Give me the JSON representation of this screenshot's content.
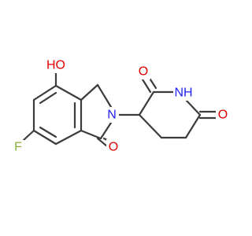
{
  "molecule": {
    "atoms": {
      "hydroxyl_oxygen": {
        "label": "HO",
        "color": "#e00000"
      },
      "fluorine": {
        "label": "F",
        "color": "#8ab53a"
      },
      "ring_nitrogen": {
        "label": "N",
        "color": "#2222ee"
      },
      "imide_nitrogen": {
        "label": "NH",
        "color": "#2222ee"
      },
      "lactam_oxygen": {
        "label": "O",
        "color": "#e00000"
      },
      "imide_oxygen_top": {
        "label": "O",
        "color": "#e00000"
      },
      "imide_oxygen_right": {
        "label": "O",
        "color": "#e00000"
      }
    },
    "bond_color": "#3c3c3c"
  }
}
